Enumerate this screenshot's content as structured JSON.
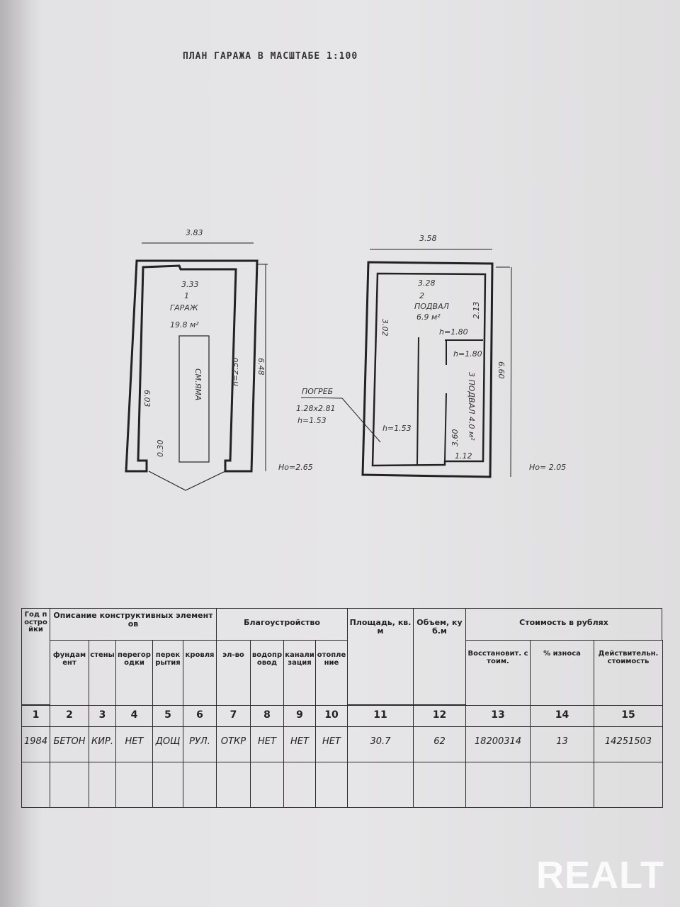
{
  "title": "ПЛАН ГАРАЖА В МАСШТАБЕ  1:100",
  "plan_garage": {
    "width_outer": "3.83",
    "width_inner": "3.33",
    "room_no": "1",
    "room_name": "ГАРАЖ",
    "area": "19.8 м²",
    "pit": "СМ.ЯМА",
    "height": "h=2.50",
    "length_outer": "6.48",
    "length_inner": "6.03",
    "gate": "0.30",
    "ho": "Ho=2.65"
  },
  "plan_basement": {
    "width_outer": "3.58",
    "width_inner": "3.28",
    "room_no": "2",
    "room_name": "ПОДВАЛ",
    "area": "6.9 м²",
    "dim_left": "3.02",
    "dim_right": "2.13",
    "h1": "h=1.80",
    "h2": "h=1.80",
    "room3": "3 ПОДВАЛ 4.0 м²",
    "dim_3": "3.60",
    "dim_112": "1.12",
    "h3": "h=1.53",
    "length_outer": "6.60",
    "ho": "Ho= 2.05",
    "cellar": {
      "label": "ПОГРЕБ",
      "size": "1.28x2.81",
      "height": "h=1.53"
    }
  },
  "table": {
    "headers": {
      "year": "Год постройки",
      "constr": "Описание конструктивных элементов",
      "improv": "Благоустройство",
      "area": "Площадь, кв. м",
      "volume": "Объем, куб.м",
      "cost": "Стоимость в рублях"
    },
    "subheaders": [
      "фундамент",
      "стены",
      "перегородки",
      "перекрытия",
      "кровля",
      "эл-во",
      "водопровод",
      "канализация",
      "отопление",
      "Восстановит. стоим.",
      "% износа",
      "Действительн. стоимость"
    ],
    "numbers": [
      "1",
      "2",
      "3",
      "4",
      "5",
      "6",
      "7",
      "8",
      "9",
      "10",
      "11",
      "12",
      "13",
      "14",
      "15"
    ],
    "row": [
      "1984",
      "БЕТОН",
      "КИР.",
      "НЕТ",
      "ДОЩ",
      "РУЛ.",
      "ОТКР",
      "НЕТ",
      "НЕТ",
      "НЕТ",
      "30.7",
      "62",
      "18200314",
      "13",
      "14251503"
    ]
  },
  "watermark": "REALT"
}
